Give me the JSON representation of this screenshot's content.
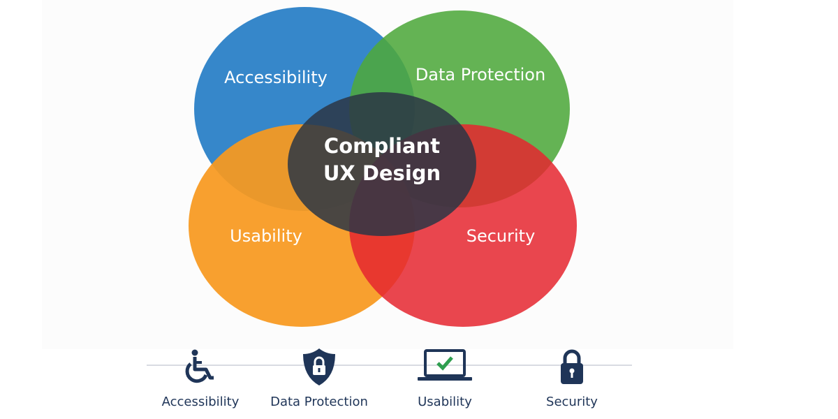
{
  "venn": {
    "sets": [
      {
        "label": "Accessibility",
        "color": "#2f83c8"
      },
      {
        "label": "Data Protection",
        "color": "#5cb046"
      },
      {
        "label": "Usability",
        "color": "#f7991f"
      },
      {
        "label": "Security",
        "color": "#e5343e"
      }
    ],
    "center": {
      "line1": "Compliant",
      "line2": "UX Design",
      "color": "#2b3645"
    }
  },
  "icons": [
    {
      "icon": "wheelchair-icon",
      "label": "Accessibility"
    },
    {
      "icon": "shield-lock-icon",
      "label": "Data Protection"
    },
    {
      "icon": "laptop-check-icon",
      "label": "Usability"
    },
    {
      "icon": "padlock-icon",
      "label": "Security"
    }
  ],
  "icon_color": "#1f3558",
  "check_color": "#2e9e4f"
}
